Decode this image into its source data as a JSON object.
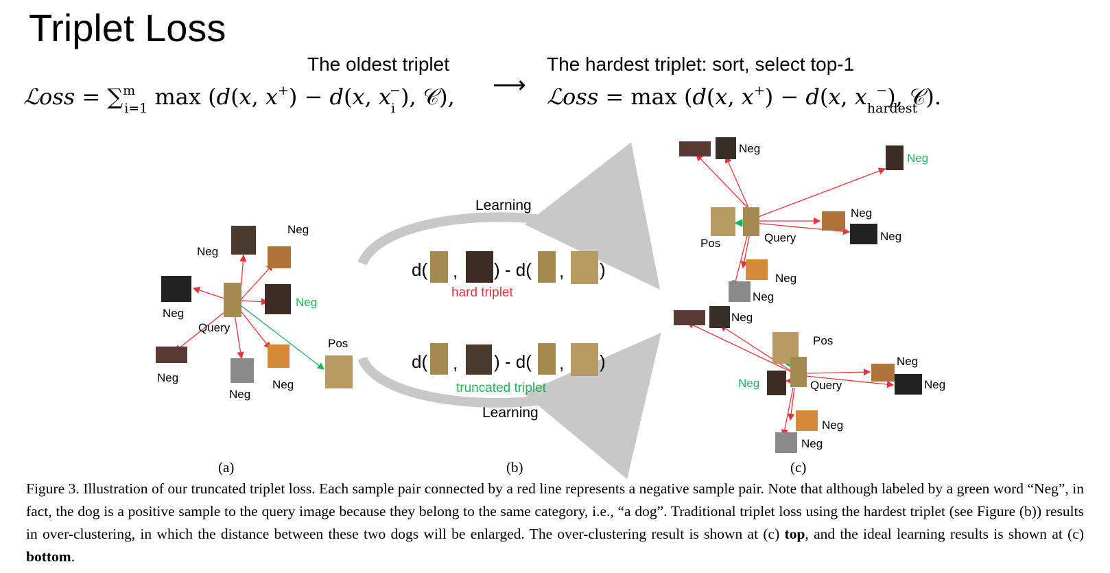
{
  "slide_title": "Triplet Loss",
  "equations": {
    "oldest_label": "The oldest triplet",
    "hardest_label": "The hardest triplet: sort, select top-1",
    "arrow": "⟶"
  },
  "panel_a": {
    "query": "Query",
    "pos": "Pos",
    "neg": "Neg"
  },
  "panel_b": {
    "learning_top": "Learning",
    "learning_bottom": "Learning",
    "hard_triplet": "hard triplet",
    "truncated_triplet": "truncated triplet",
    "d_open": "d(",
    "comma": ",",
    "minus_d": ") - d(",
    "close": ")"
  },
  "panel_c": {
    "query": "Query",
    "pos": "Pos",
    "neg": "Neg"
  },
  "panel_labels": {
    "a": "(a)",
    "b": "(b)",
    "c": "(c)"
  },
  "caption": {
    "p1": "Figure 3. Illustration of our truncated triplet loss. Each sample pair connected by a red line represents a negative sample pair. Note that although labeled by a green word “Neg”, in fact, the dog is a positive sample to the query image because they belong to the same category, i.e., “a dog”. Traditional triplet loss using the hardest triplet (see Figure (b)) results in over-clustering, in which the distance between these two dogs will be enlarged. The over-clustering result is shown at (c) ",
    "bold1": "top",
    "p2": ", and the ideal learning results is shown at (c) ",
    "bold2": "bottom",
    "p3": "."
  },
  "colors": {
    "red": "#e8333a",
    "green": "#1fb35c",
    "gray": "#c8c8c8"
  }
}
